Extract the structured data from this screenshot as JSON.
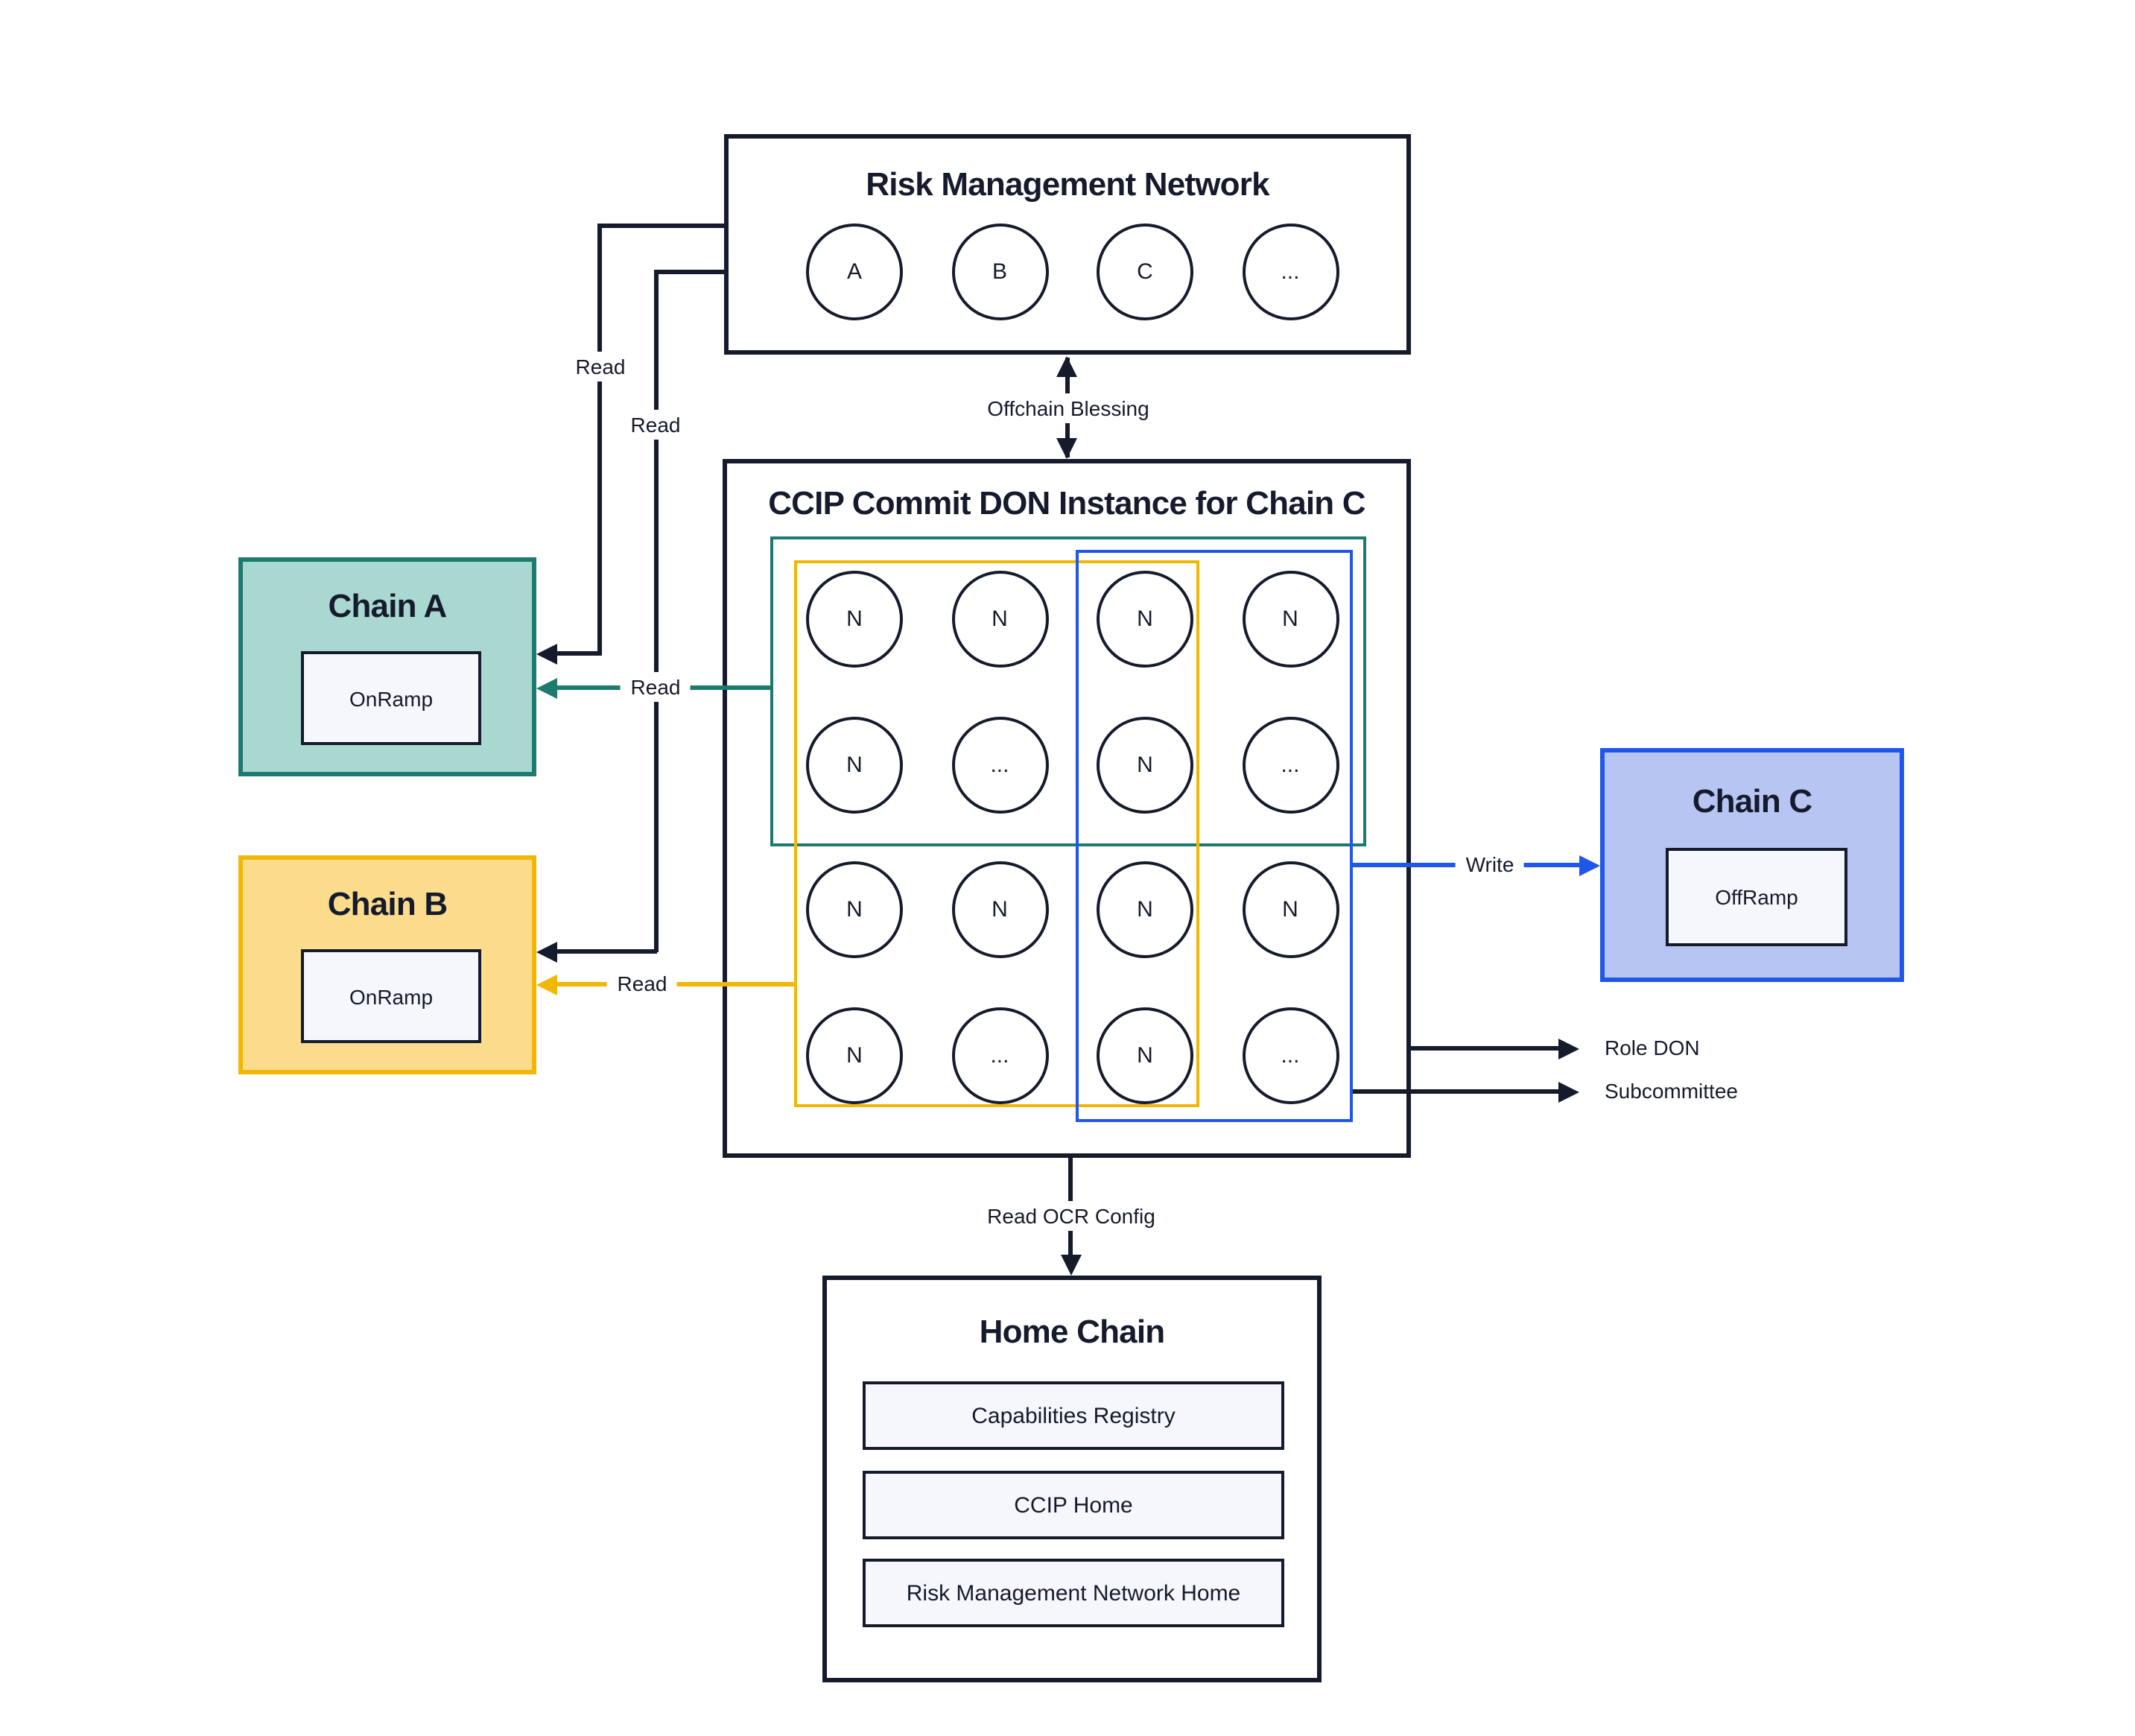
{
  "colors": {
    "ink": "#151B2C",
    "teal": "#1C7A6E",
    "teal_fill": "#A9D8D0",
    "yellow": "#F2B705",
    "yellow_fill": "#FBDC8C",
    "blue": "#1F57E8",
    "blue_fill": "#B7C5F2",
    "light_fill": "#F6F7FC",
    "background": "#FFFFFF"
  },
  "rmn": {
    "title": "Risk Management Network",
    "nodes": [
      "A",
      "B",
      "C",
      "..."
    ]
  },
  "ccip": {
    "title": "CCIP Commit DON Instance for Chain C",
    "grid": [
      [
        "N",
        "N",
        "N",
        "N"
      ],
      [
        "N",
        "...",
        "N",
        "..."
      ],
      [
        "N",
        "N",
        "N",
        "N"
      ],
      [
        "N",
        "...",
        "N",
        "..."
      ]
    ]
  },
  "chain_a": {
    "title": "Chain A",
    "contract": "OnRamp"
  },
  "chain_b": {
    "title": "Chain B",
    "contract": "OnRamp"
  },
  "chain_c": {
    "title": "Chain C",
    "contract": "OffRamp"
  },
  "home_chain": {
    "title": "Home Chain",
    "items": [
      "Capabilities Registry",
      "CCIP Home",
      "Risk Management Network Home"
    ]
  },
  "edge_labels": {
    "read": "Read",
    "offchain_blessing": "Offchain Blessing",
    "write": "Write",
    "read_ocr_config": "Read OCR Config",
    "role_don": "Role DON",
    "subcommittee": "Subcommittee"
  }
}
